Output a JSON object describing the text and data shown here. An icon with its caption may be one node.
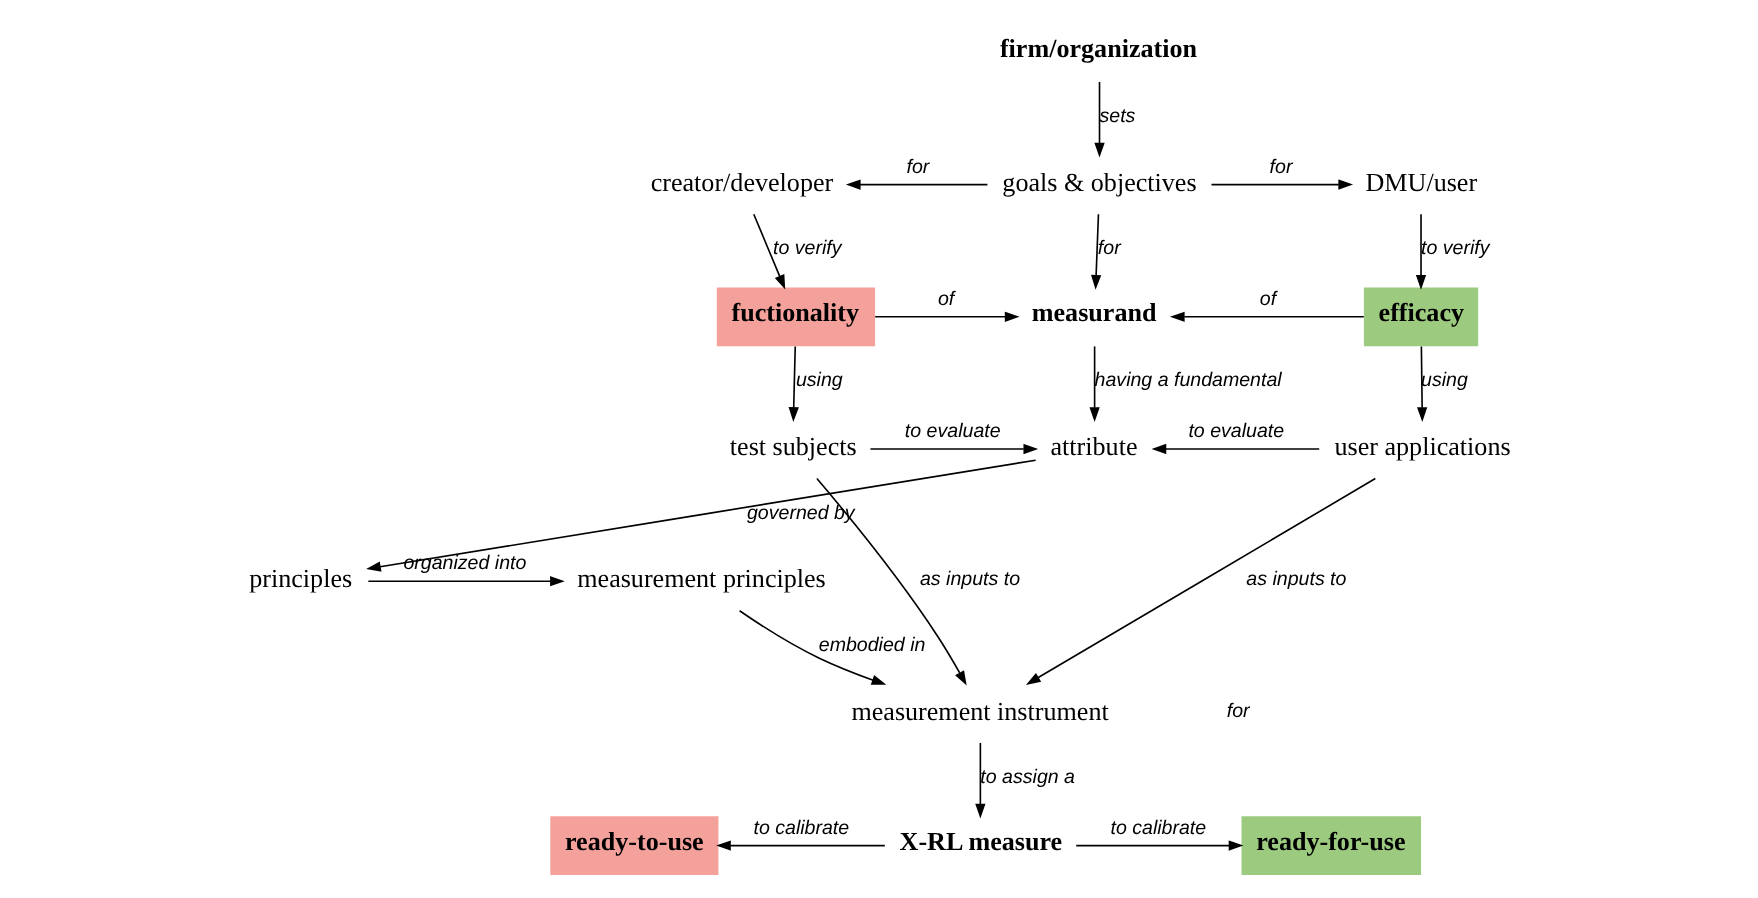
{
  "diagram": {
    "nodes": [
      {
        "text": [
          "firm/organization"
        ]
      },
      {
        "text": [
          "goals & objectives"
        ]
      },
      {
        "text": [
          "creator/developer"
        ]
      },
      {
        "text": [
          "DMU/user"
        ]
      },
      {
        "text": [
          "fuctionality"
        ]
      },
      {
        "text": [
          "measurand"
        ]
      },
      {
        "text": [
          "efficacy"
        ]
      },
      {
        "text": [
          "test subjects"
        ]
      },
      {
        "text": [
          "attribute"
        ]
      },
      {
        "text": [
          "user applications"
        ]
      },
      {
        "text": [
          "principles"
        ]
      },
      {
        "text": [
          "measurement principles"
        ]
      },
      {
        "text": [
          "measurement instrument"
        ]
      },
      {
        "text": [
          "ready-to-use"
        ]
      },
      {
        "text": [
          "X-RL measure"
        ]
      },
      {
        "text": [
          "ready-for-use"
        ]
      }
    ],
    "edges": [
      {
        "from": 0,
        "to": 1,
        "arrow": "to",
        "label": "sets"
      },
      {
        "from": 1,
        "to": 2,
        "arrow": "to",
        "label": "for"
      },
      {
        "from": 1,
        "to": 3,
        "arrow": "to",
        "label": "for"
      },
      {
        "from": 2,
        "to": 4,
        "arrow": "to",
        "label": "to verify"
      },
      {
        "from": 1,
        "to": 5,
        "arrow": "to",
        "label": "for"
      },
      {
        "from": 3,
        "to": 6,
        "arrow": "to",
        "label": "to verify"
      },
      {
        "from": 4,
        "to": 5,
        "arrow": "to",
        "label": "of"
      },
      {
        "from": 6,
        "to": 5,
        "arrow": "to",
        "label": "of"
      },
      {
        "from": 4,
        "to": 7,
        "arrow": "to",
        "label": "using"
      },
      {
        "from": 5,
        "to": 8,
        "arrow": "to",
        "label": "having a fundamental"
      },
      {
        "from": 6,
        "to": 9,
        "arrow": "to",
        "label": "using"
      },
      {
        "from": 7,
        "to": 8,
        "arrow": "to",
        "label": "to evaluate"
      },
      {
        "from": 9,
        "to": 8,
        "arrow": "to",
        "label": "to evaluate"
      },
      {
        "from": 8,
        "to": 10,
        "arrow": "to",
        "label": "governed by"
      },
      {
        "from": 10,
        "to": 11,
        "arrow": "to",
        "label": "organized into"
      },
      {
        "from": 11,
        "to": 12,
        "arrow": "to",
        "label": "embodied in"
      },
      {
        "from": 7,
        "to": 12,
        "arrow": "to",
        "label": "as inputs to"
      },
      {
        "from": 9,
        "to": 12,
        "arrow": "to",
        "label": "as inputs to"
      },
      {
        "from": 12,
        "to": 14,
        "arrow": "to",
        "label": "to assign a"
      },
      {
        "from": 14,
        "to": 13,
        "arrow": "to",
        "label": "to calibrate"
      },
      {
        "from": 14,
        "to": 15,
        "arrow": "to",
        "label": "to calibrate"
      }
    ],
    "labels": [
      "for"
    ]
  }
}
